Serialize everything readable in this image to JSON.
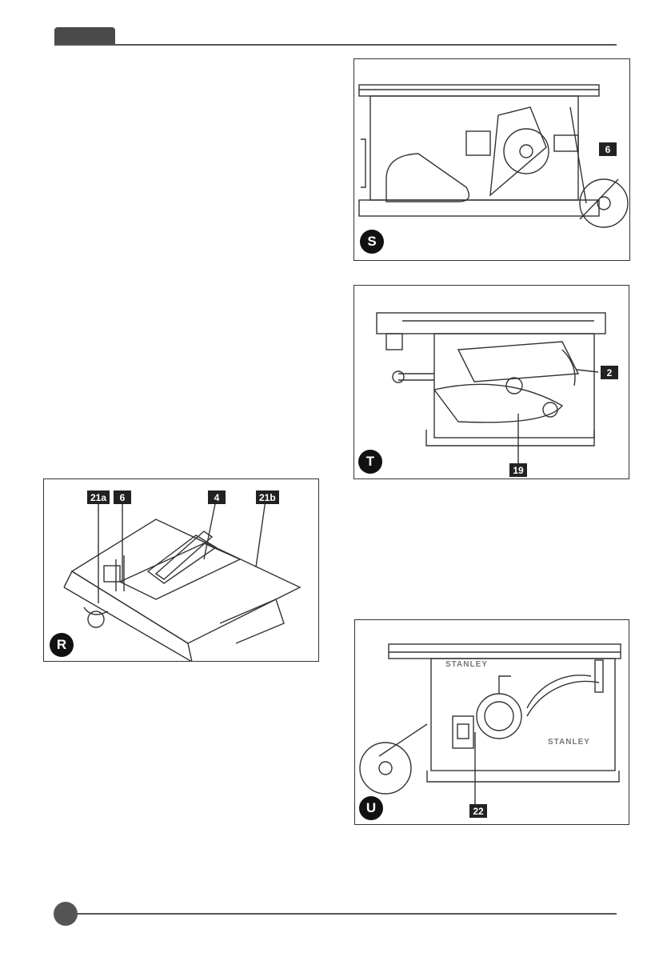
{
  "figures": {
    "s": {
      "letter": "S",
      "callouts": [
        "6"
      ]
    },
    "t": {
      "letter": "T",
      "callouts": [
        "2",
        "19"
      ]
    },
    "r": {
      "letter": "R",
      "callouts": [
        "21a",
        "6",
        "4",
        "21b"
      ]
    },
    "u": {
      "letter": "U",
      "callouts": [
        "22"
      ],
      "brand_texts": [
        "STANLEY",
        "STANLEY"
      ]
    }
  }
}
